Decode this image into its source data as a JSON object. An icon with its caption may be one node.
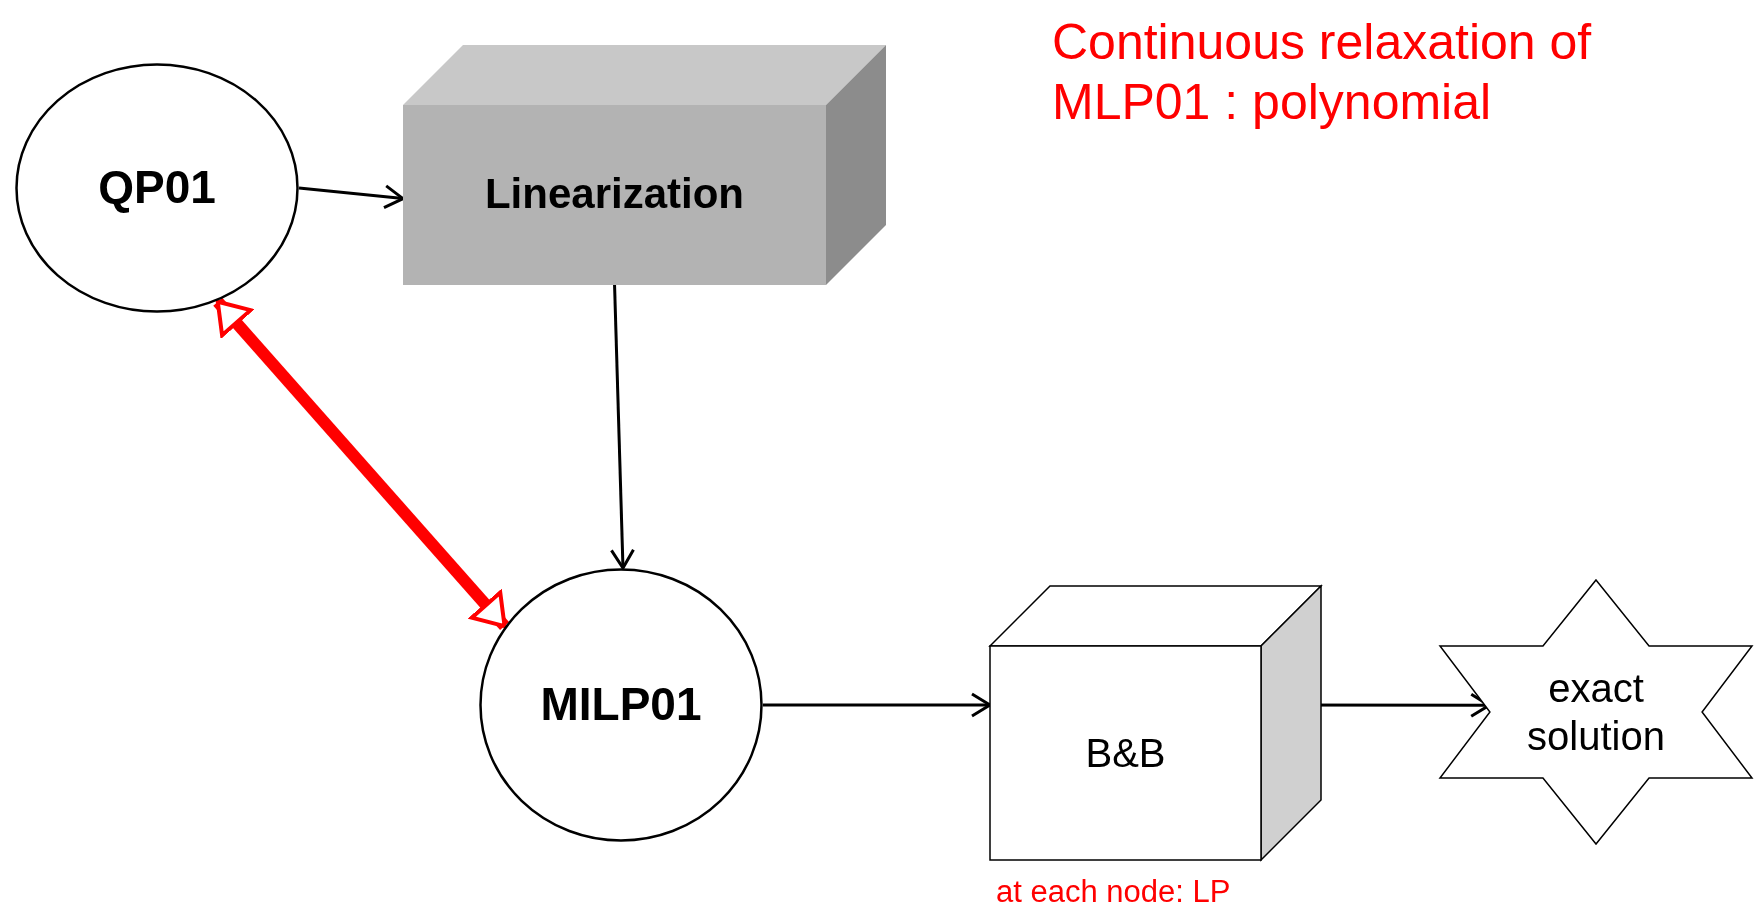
{
  "diagram": {
    "nodes": [
      {
        "text": [
          "QP01"
        ]
      },
      {
        "text": [
          "Linearization"
        ]
      },
      {
        "text": [
          "MILP01"
        ]
      },
      {
        "text": [
          "B&B"
        ],
        "beside": [
          "at each node: LP"
        ]
      },
      {
        "text": [
          "exact solution"
        ]
      }
    ],
    "edges": [
      {
        "from": 0,
        "to": 1,
        "arrow": "to"
      },
      {
        "from": 1,
        "to": 2,
        "arrow": "to"
      },
      {
        "from": 0,
        "to": 2,
        "arrow": "both",
        "style": "thick",
        "color": "#ff0000"
      },
      {
        "from": 2,
        "to": 3,
        "arrow": "to"
      },
      {
        "from": 3,
        "to": 4,
        "arrow": "to"
      }
    ],
    "labels": [
      "Continuous relaxation of MLP01 : polynomial"
    ]
  }
}
